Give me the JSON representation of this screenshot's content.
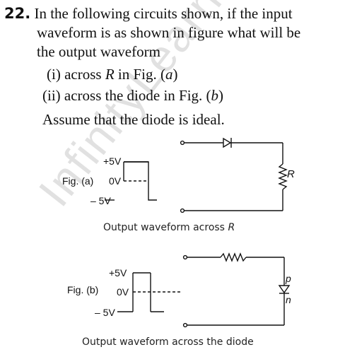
{
  "question": {
    "number": "22.",
    "line1": "In the following circuits shown, if the input",
    "line2": "waveform is as shown in figure what will be",
    "line3": "the output waveform",
    "item1_prefix": "(i) across ",
    "item1_var": "R",
    "item1_mid": " in Fig. (",
    "item1_fig": "a",
    "item1_end": ")",
    "item2_prefix": "(ii) across the diode in Fig. (",
    "item2_fig": "b",
    "item2_end": ")",
    "assume": "Assume that the diode is ideal."
  },
  "figure_a": {
    "label": "Fig. (a)",
    "plus": "+5V",
    "zero": "0V",
    "minus": "– 5V",
    "resistor": "R",
    "caption_prefix": "Output waveform across ",
    "caption_var": "R"
  },
  "figure_b": {
    "label": "Fig. (b)",
    "plus": "+5V",
    "zero": "0V",
    "minus": "– 5V",
    "p": "p",
    "n": "n",
    "caption": "Output waveform across the diode"
  },
  "watermark": "InfinityLearn.com"
}
